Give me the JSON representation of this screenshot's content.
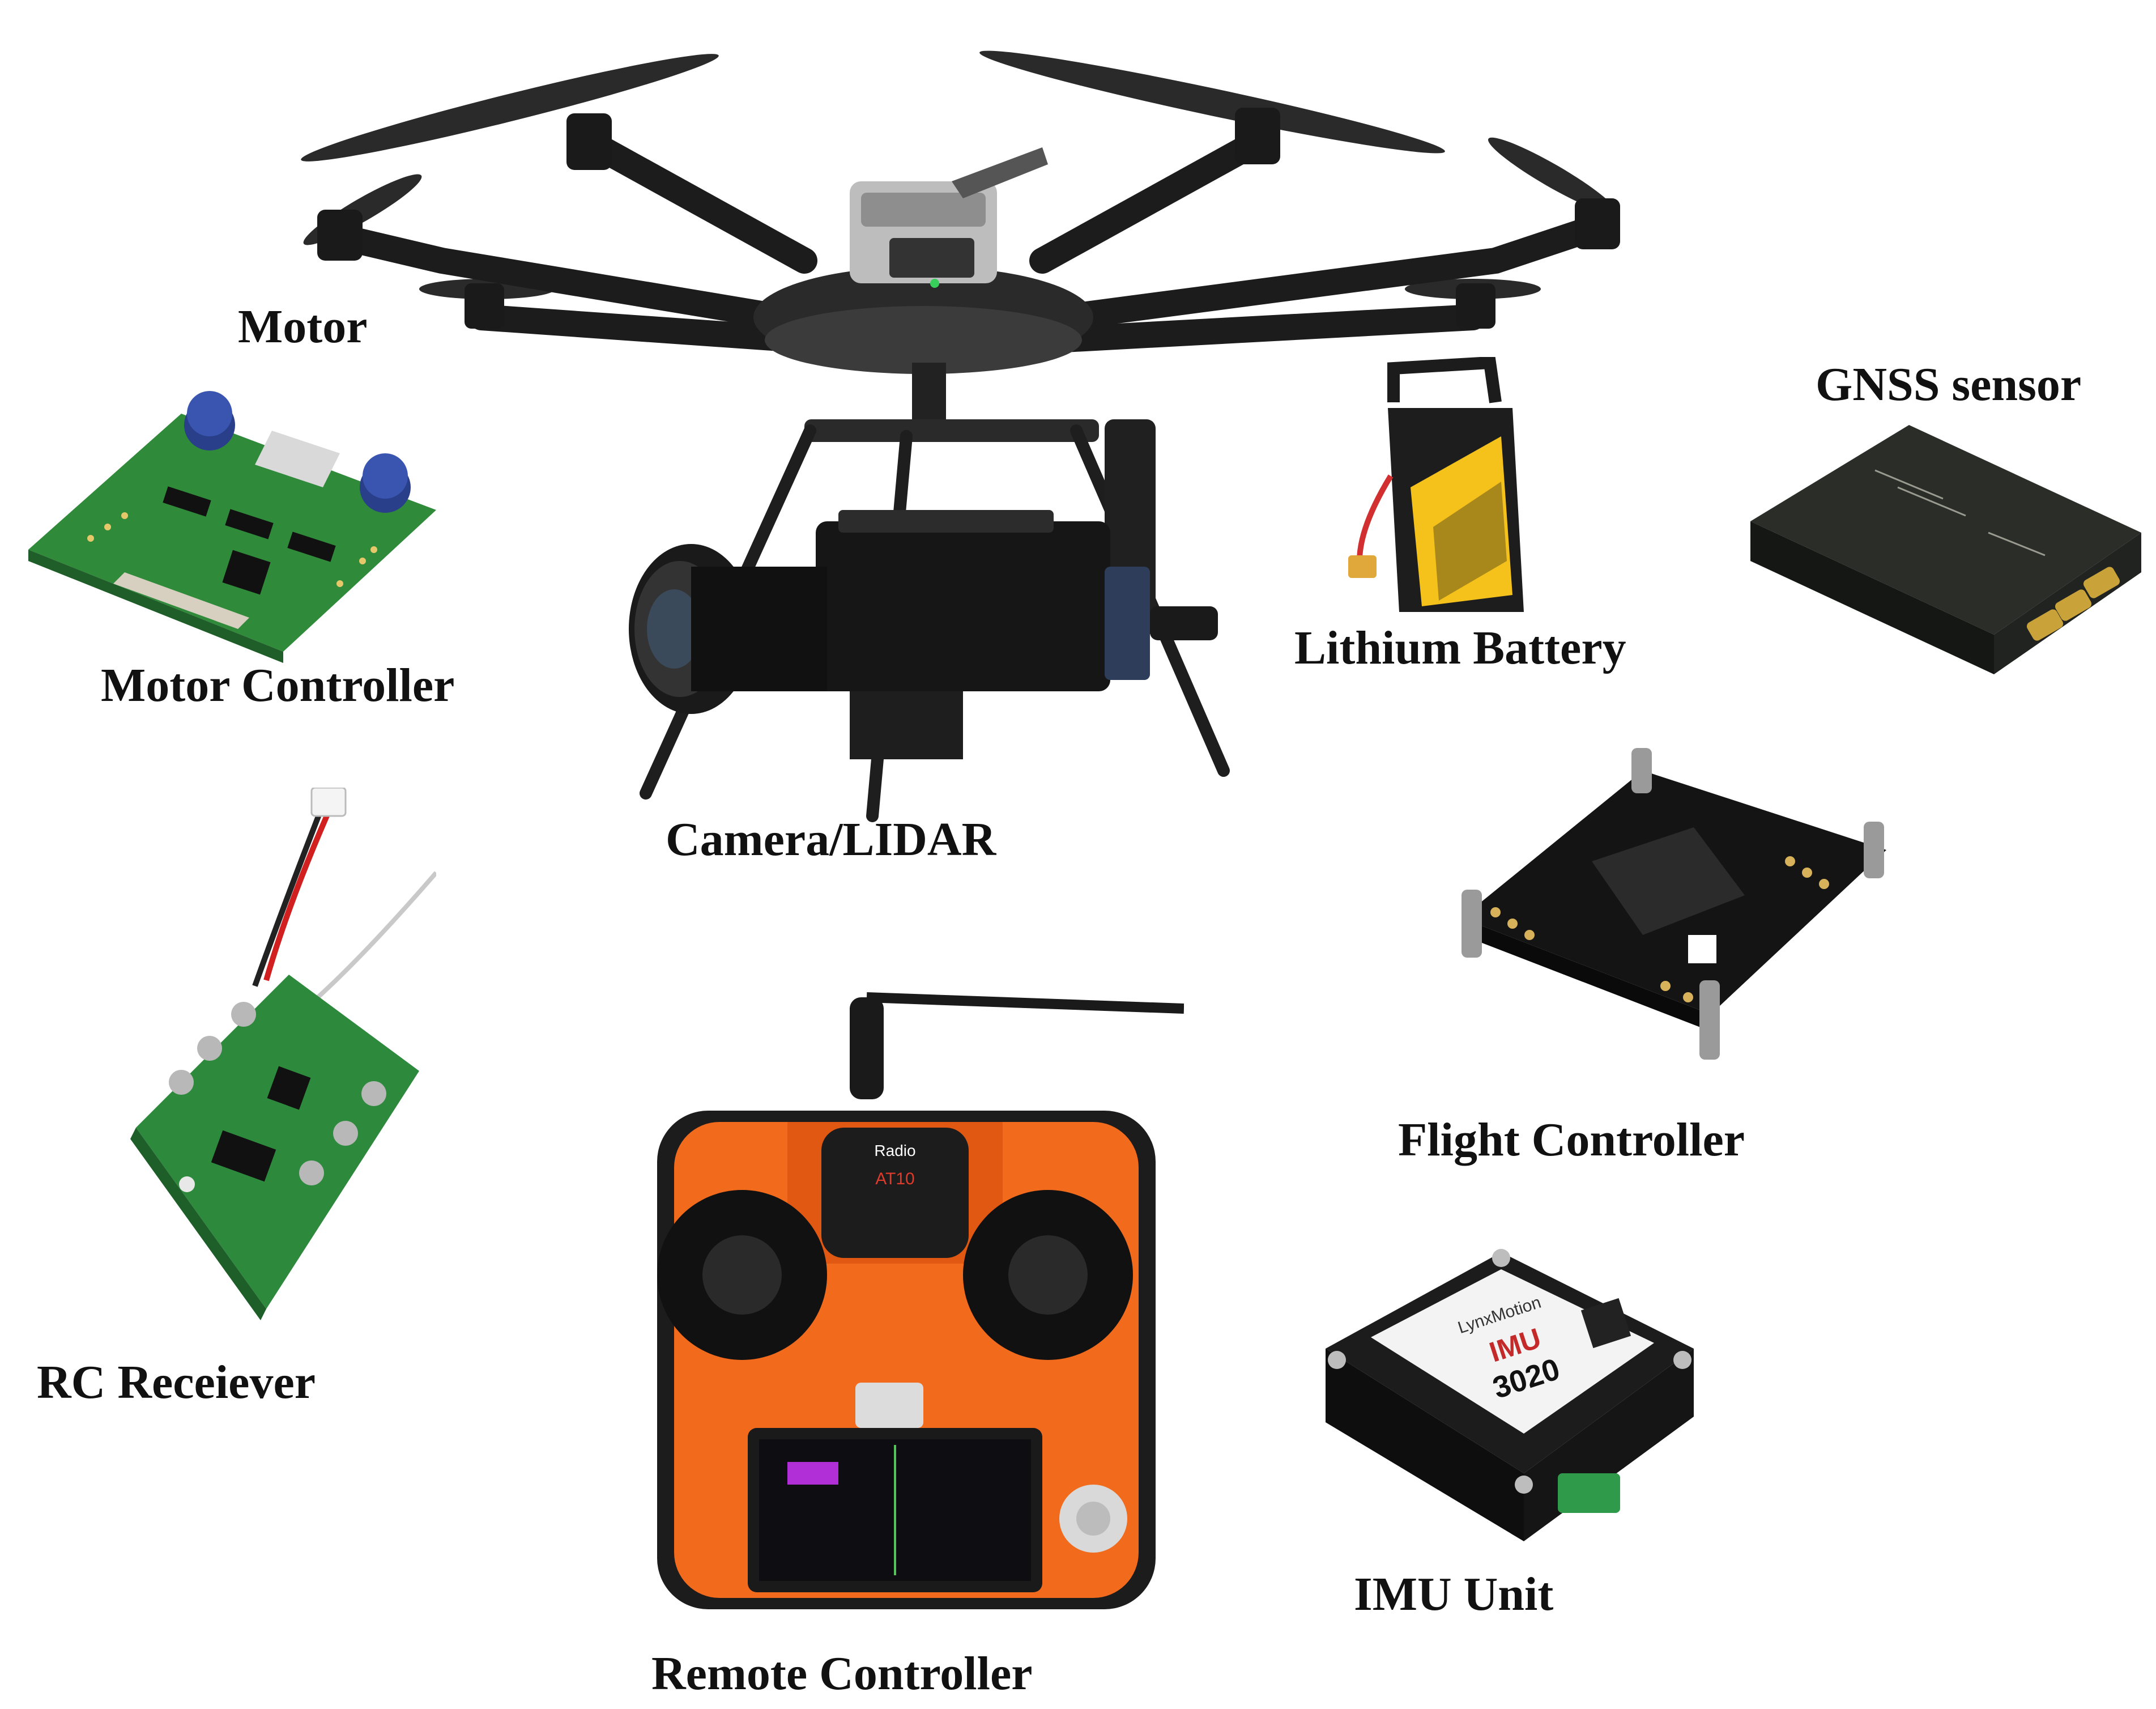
{
  "labels": {
    "motor": "Motor",
    "motor_controller": "Motor Controller",
    "camera_lidar": "Camera/LIDAR",
    "lithium_battery": "Lithium Battery",
    "gnss_sensor": "GNSS sensor",
    "flight_controller": "Flight Controller",
    "rc_receiver": "RC Receiever",
    "remote_controller": "Remote Controller",
    "imu_unit": "IMU Unit"
  },
  "device_text": {
    "imu_brand": "LynxMotion",
    "imu_model": "IMU",
    "imu_number": "3020",
    "rc_brand": "Radio",
    "rc_model": "AT10"
  },
  "colors": {
    "label_text": "#111111",
    "pcb_green": "#2f8a3a",
    "remote_orange": "#f26a1b",
    "battery_yellow": "#f5c21b",
    "frame_black": "#1c1c1c"
  }
}
